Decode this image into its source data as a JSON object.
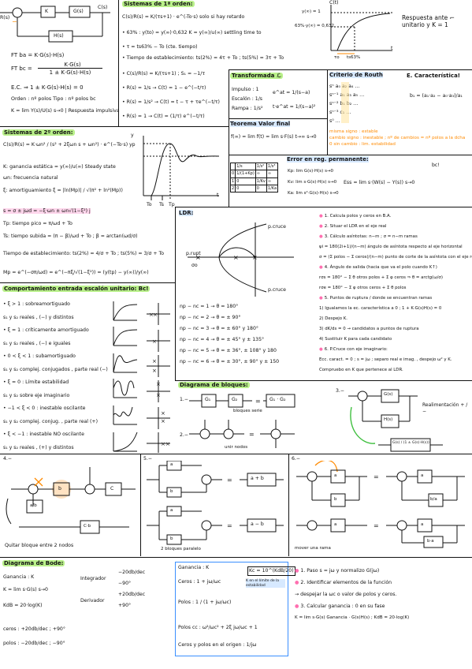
{
  "sec_block": {
    "r": "R(s)",
    "k": "K",
    "g": "G(s)",
    "c": "C(s)",
    "h": "H(s)",
    "ftba": "FT ba = K·G(s)·H(s)",
    "ftbc_l": "FT bc =",
    "ftbc_num": "K·G(s)",
    "ftbc_den": "1 ± K·G(s)·H(s)",
    "ec": "E.C. ⇒ 1 ± K·G(s)·H(s) = 0",
    "orden": "Orden : nº polos  Tipo : nº polos bc",
    "kdef": "K = lim  Y(s)/U(s)   s→0  | Respuesta impulsiva"
  },
  "sec_first": {
    "title": "Sistemas de 1ª orden:",
    "tf": "C(s)/R(s) = K/(τs+1) · e^(-To·s)  solo si hay retardo",
    "l1": "• 63% : y(to) = y(∞)·0,632   K = y(∞)/u(∞)   settling time to",
    "l2": "• τ = ts63% − To  (cte. tiempo)",
    "l3": "• Tiempo de establecimiento:  ts(2%) = 4τ + To ;  ts(5%) = 3τ + To",
    "l4": "• C(s)/R(s) = K/(τs+1) ;  S₁ = −1/τ",
    "l5": "• R(s) = 1/s  →  C(t) = 1 − e^(−t/τ)",
    "l6": "• R(s) = 1/s²  →  C(t) = t − τ + τe^(−t/τ)",
    "l7": "• R(s) = 1  →  C(t) = (1/τ) e^(−t/τ)"
  },
  "graph1": {
    "ylabel": "C(t)",
    "xlabel": "t",
    "y_inf": "y(∞) = 1",
    "y63": "63%·y(∞) = 0,632",
    "t63": "ts63%",
    "to": "τo",
    "note": "Respuesta ante ⌐ unitario y K = 1"
  },
  "laplace": {
    "title": "Transformada ℒ",
    "imp": "Impulso : 1",
    "esc": "Escalón : 1/s",
    "ramp": "Rampa : 1/s²",
    "e_at": "e^at = 1/(s−a)",
    "te_at": "t·e^at = 1/(s−a)²"
  },
  "routh": {
    "title": "Criterio de Routh",
    "rows": [
      "sⁿ   a₀  a₂  a₄ …",
      "sⁿ⁻¹ a₁  a₃  a₅ …",
      "sⁿ⁻²  b₁  b₂  …",
      "sⁿ⁻³  c₁  …",
      "s⁰   …"
    ],
    "ec_title": "E. Característica!",
    "b1": "b₁ = (a₁·a₂ − a₀·a₃)/a₁",
    "n1": "misma signo : estable",
    "n2": "cambio signo : inestable ; nº de cambios = nº polos a la dcha",
    "n3": "0 sin cambio : lim. estabilidad"
  },
  "tvf": {
    "title": "Teorema Valor final",
    "f": "f(∞) = lim f(t) = lim s·F(s)   t→∞  s→0"
  },
  "sec_second": {
    "title": "Sistemas de 2º orden:",
    "tf": "C(s)/R(s) = K·ωn² / (s² + 2ξωn s + ωn²) · e^(−To·s)",
    "k": "K: ganancia estática = y(∞)/u(∞)   Steady state",
    "wn": "ωn: frecuencia natural",
    "xi": "ξ: amortiguamiento  ξ = |ln(Mp)| / √(π² + ln²(Mp))",
    "s": "s = σ ± jωd = −ξ·ωn ± ωn√(1−ξ²) j",
    "tp": "Tp: tiempo pico = π/ωd + To",
    "ts": "Ts: tiempo subida = (π − β)/ωd + To ; β = arctan(ωd/σ)",
    "tse": "Tiempo de establecimiento:  ts(2%) = 4/σ + To ; ts(5%) = 3/σ + To",
    "mp": "Mp = e^(−σπ/ωd) = e^(−πξ/√(1−ξ²)) = (y(tp) − y(∞))/y(∞)"
  },
  "graph2": {
    "y": "y",
    "yp": "yp",
    "t": "t",
    "to": "To",
    "ts": "Ts",
    "tp": "Tp"
  },
  "error": {
    "title": "Error en reg. permanente:",
    "kp": "Kp: lim G(s)·H(s)  s→0",
    "kv": "Kv: lim s·G(s)·H(s)  s→0",
    "ka": "Ka: lim s²·G(s)·H(s)  s→0",
    "ess": "Ess = lim s·(W(s) − Y(s))   s→0",
    "bc": "bc!",
    "table_h": [
      "",
      "1/s",
      "1/s²",
      "1/s³"
    ],
    "table_r": [
      [
        "0",
        "1/(1+Kp)",
        "∞",
        "∞"
      ],
      [
        "1",
        "0",
        "1/Kv",
        "∞"
      ],
      [
        "2",
        "0",
        "0",
        "1/Ka"
      ]
    ]
  },
  "ldr": {
    "title": "LDR:",
    "pcruce": "p.cruce",
    "prupt": "p.rupt",
    "sigma": "σo",
    "rows": [
      "np − nc = 1 → θ = 180°",
      "np − nc = 2 → θ = ± 90°",
      "np − nc = 3 → θ = ± 60° y 180°",
      "np − nc = 4 → θ = ± 45° y ± 135°",
      "np − nc = 5 → θ = ± 36°, ± 108° y 180",
      "np − nc = 6 → θ = ± 30°, ± 90° y ± 150"
    ],
    "steps": [
      "1. Calcula polos y ceros en B.A.",
      "2. Situar el LDR en el eje real",
      "3. Cálculo asíntotas: n−m ; σ = n−m ramas",
      "   ψi = 180(2i+1)/(n−m)   ángulo de asíntota respecto al eje horizontal",
      "   σ = (Σ polos − Σ ceros)/(n−m)   punto de corte de la asíntota con el eje real",
      "4. Ángulo de salida (hacia que va el polo cuando K↑)",
      "   rσs = 180° − Σ θ otros polos + Σ φ ceros ⇒ θ = arctg(ω/σ)",
      "   rσe = 180° − Σ φ otros ceros + Σ θ polos",
      "5. Puntos de ruptura / donde se encuentran ramas",
      "   1) Igualamos la ec. característica a 0 ; 1 + K·G(s)H(s) = 0",
      "   2) Despejo K.",
      "   3) dK/ds = 0 → candidatos a puntos de ruptura",
      "   4) Sustituir K para cada candidato",
      "6. P.Cruce con eje imaginario:",
      "   Ecc. caract. = 0 ; s = jω ; separo real e imag. , despejo ω² y K. Compruebo en K que pertenece al LDR."
    ]
  },
  "resp": {
    "title": "Comportamiento entrada escalón unitario: Bc!",
    "items": [
      "• ξ > 1 : sobreamortiguado",
      "  s₁ y s₂ reales , (−) y distintos",
      "• ξ = 1 : críticamente amortiguado",
      "  s₁ y s₂ reales , (−) e iguales",
      "• 0 < ξ < 1 : subamortiguado",
      "  s₁ y s₂ complej. conjugados , parte real (−)",
      "• ξ = 0 : Límite estabilidad",
      "  s₁ y s₂ sobre eje imaginario",
      "• −1 < ξ < 0 : inestable oscilante",
      "  s₁ y s₂ complej. conjug. , parte real (+)",
      "• ξ < −1 : inestable NO oscilante",
      "  s₁ y s₂ reales , (+) y distintos"
    ]
  },
  "diag": {
    "title": "Diagrama de bloques:",
    "d1": "1.−",
    "g1": "G₁",
    "g2": "G₂",
    "serie": "bloques serie",
    "g1g2": "G₁ · G₂",
    "d2": "2.−",
    "nodos": "unir nodos",
    "d3": "3.−",
    "gs": "G(s)",
    "hs": "H(s)",
    "real": "Realimentación + / −",
    "feq": "G(s) / (1 ± G(s)·H(s))",
    "d4": "4.−",
    "a": "a",
    "b": "b",
    "c": "C",
    "ab": "a/b",
    "cb": "C·b",
    "quitar": "Quitar bloque entre 2 nodos",
    "d5": "5.−",
    "apb": "a + b",
    "amb": "a − b",
    "paralelo": "2 bloques paralelo",
    "d6": "6.−",
    "mover": "mover una rama",
    "bda": "b/a",
    "ba": "b·a"
  },
  "bode": {
    "title": "Diagrama de Bode:",
    "gan": "Ganancia : K",
    "kdef": "K = lim s·G(s)   s→0",
    "kdb": "KdB = 20·log(K)",
    "int": "Integrador",
    "int1": "−20db/dec",
    "int2": "−90°",
    "der": "Derivador",
    "der1": "+20db/dec",
    "der2": "+90°",
    "ceros": "ceros : +20db/dec ; +90°",
    "polos": "polos : −20db/dec ; −90°",
    "b_gan": "Ganancia : K",
    "b_ceros": "Ceros : 1 + jω/ωc",
    "b_kc": "Kc = 10^(KdB/20)",
    "b_kc_note": "K en el límite de la estabilidad",
    "b_polos": "Polos : 1 / (1 + jω/ωc)",
    "b_pcc": "Polos cc : ω²/ωc² + 2ξ jω/ωc + 1",
    "b_origen": "Ceros y polos en el origen : 1/jω",
    "steps": [
      "1. Paso s = jω y normalizo G(jω)",
      "2. Identificar elementos de la función",
      "→ despejar la ωc o valor de polos y ceros.",
      "3. Calcular ganancia : 0 en su fase",
      "K = lim s·G(s)  Ganancia · G(s)H(s) ; KdB = 20·log(K)"
    ]
  }
}
